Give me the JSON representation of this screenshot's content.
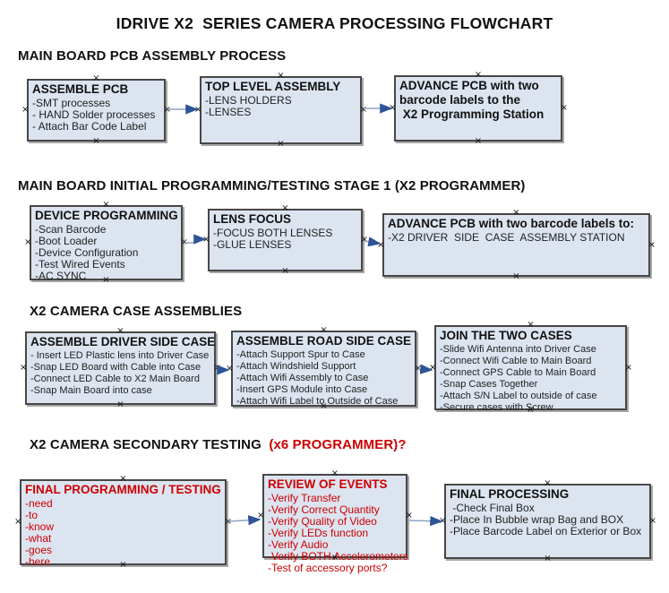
{
  "title": "IDRIVE X2  SERIES CAMERA PROCESSING FLOWCHART",
  "colors": {
    "box_fill": "#dce4f0",
    "box_border": "#474747",
    "arrow_line": "#8ca4c4",
    "arrow_head": "#2f5496",
    "accent_red": "#cc0000",
    "text": "#1f1f1f"
  },
  "diagram": {
    "connector_glyph": "×",
    "sections": [
      {
        "heading": "MAIN BOARD PCB ASSEMBLY PROCESS",
        "boxes": [
          {
            "title": "ASSEMBLE PCB",
            "items": [
              "-SMT processes",
              "- HAND Solder processes",
              "- Attach Bar Code Label"
            ]
          },
          {
            "title": "TOP LEVEL ASSEMBLY",
            "items": [
              "-LENS HOLDERS",
              "-LENSES"
            ]
          },
          {
            "title": "ADVANCE PCB with two\nbarcode labels to the\n X2 Programming Station",
            "items": []
          }
        ]
      },
      {
        "heading": "MAIN BOARD INITIAL PROGRAMMING/TESTING STAGE 1 (X2 PROGRAMMER)",
        "boxes": [
          {
            "title": "DEVICE PROGRAMMING",
            "items": [
              "-Scan Barcode",
              "-Boot Loader",
              "-Device Configuration",
              "-Test Wired Events",
              "-AC SYNC"
            ]
          },
          {
            "title": "LENS FOCUS",
            "items": [
              "-FOCUS BOTH LENSES",
              "-GLUE LENSES"
            ]
          },
          {
            "title": "ADVANCE PCB with two barcode labels to:",
            "items": [
              "-X2 DRIVER  SIDE  CASE  ASSEMBLY STATION"
            ]
          }
        ]
      },
      {
        "heading": "X2 CAMERA CASE ASSEMBLIES",
        "boxes": [
          {
            "title": "ASSEMBLE DRIVER SIDE CASE",
            "items": [
              "- Insert LED Plastic lens into Driver Case",
              "-Snap LED Board with Cable into Case",
              "-Connect LED Cable to X2 Main Board",
              "-Snap Main Board into case"
            ]
          },
          {
            "title": "ASSEMBLE ROAD SIDE CASE",
            "items": [
              "-Attach Support Spur to Case",
              "-Attach Windshield Support",
              "-Attach Wifi Assembly to Case",
              "-Insert GPS Module into Case",
              "-Attach Wifi Label to Outside of Case"
            ]
          },
          {
            "title": "JOIN THE TWO CASES",
            "items": [
              "-Slide Wifi Antenna into Driver Case",
              "-Connect Wifi Cable to Main Board",
              "-Connect GPS Cable to Main Board",
              "-Snap Cases Together",
              "-Attach S/N Label to outside of case",
              "-Secure cases with Screw"
            ]
          }
        ]
      },
      {
        "heading": "X2 CAMERA SECONDARY TESTING",
        "heading_suffix": "  (x6 PROGRAMMER)?",
        "boxes": [
          {
            "title": "FINAL PROGRAMMING / TESTING",
            "items": [
              "-need",
              "-to",
              "-know",
              "-what",
              "-goes",
              "-here"
            ]
          },
          {
            "title": "REVIEW OF EVENTS",
            "items": [
              "-Verify Transfer",
              "-Verify Correct Quantity",
              "-Verify Quality of Video",
              "-Verify LEDs function",
              "-Verify Audio",
              "-Verify BOTH Accelerometers",
              "-Test of accessory ports?"
            ]
          },
          {
            "title": "FINAL PROCESSING",
            "items": [
              " -Check Final Box",
              "-Place In Bubble wrap Bag and BOX",
              "-Place Barcode Label on Exterior or Box"
            ]
          }
        ]
      }
    ]
  }
}
